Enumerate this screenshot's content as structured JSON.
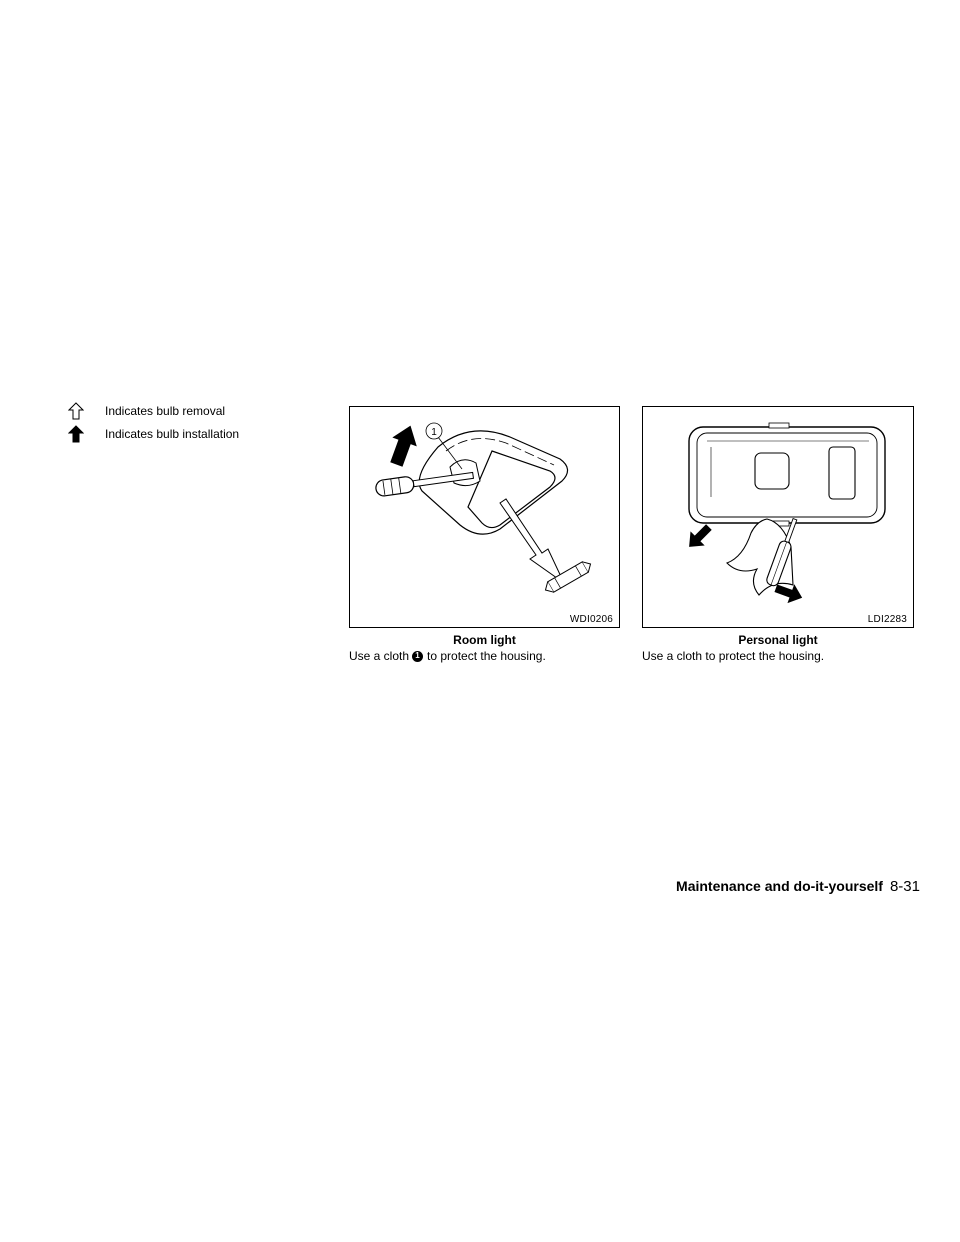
{
  "legend": {
    "removal_label": "Indicates bulb removal",
    "installation_label": "Indicates bulb installation"
  },
  "figures": [
    {
      "code": "WDI0206",
      "caption": "Room light",
      "callout_number": "1",
      "text_before": "Use a cloth",
      "text_after": "to protect the housing."
    },
    {
      "code": "LDI2283",
      "caption": "Personal light",
      "text": "Use a cloth to protect the housing."
    }
  ],
  "footer": {
    "section_title": "Maintenance and do-it-yourself",
    "page_number": "8-31"
  }
}
